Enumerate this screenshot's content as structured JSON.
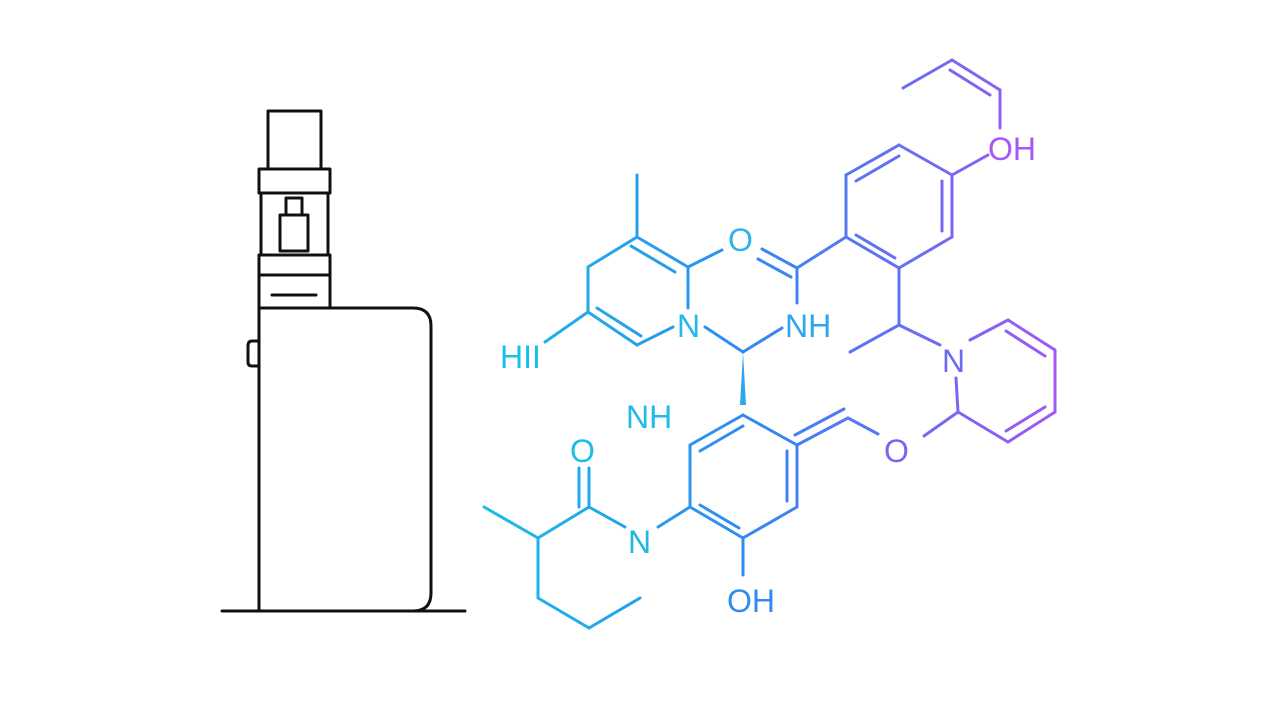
{
  "colors": {
    "device_stroke": "#111111",
    "cyan": "#18c0e6",
    "blue": "#2f8cf0",
    "violet": "#8a5cf0",
    "purple": "#a855f7"
  },
  "icons": [
    "vape-device-icon",
    "molecule-structure"
  ],
  "labels": {
    "o_carbonyl_top": "O",
    "nh_amide_top": "NH",
    "n_pyridine_left": "N",
    "hii_left": "HII",
    "nh_free": "NH",
    "o_carbonyl_left": "O",
    "n_amide_left": "N",
    "oh_bottom": "OH",
    "o_ether": "O",
    "n_pyridine_right": "N",
    "oh_top_right": "OH"
  }
}
